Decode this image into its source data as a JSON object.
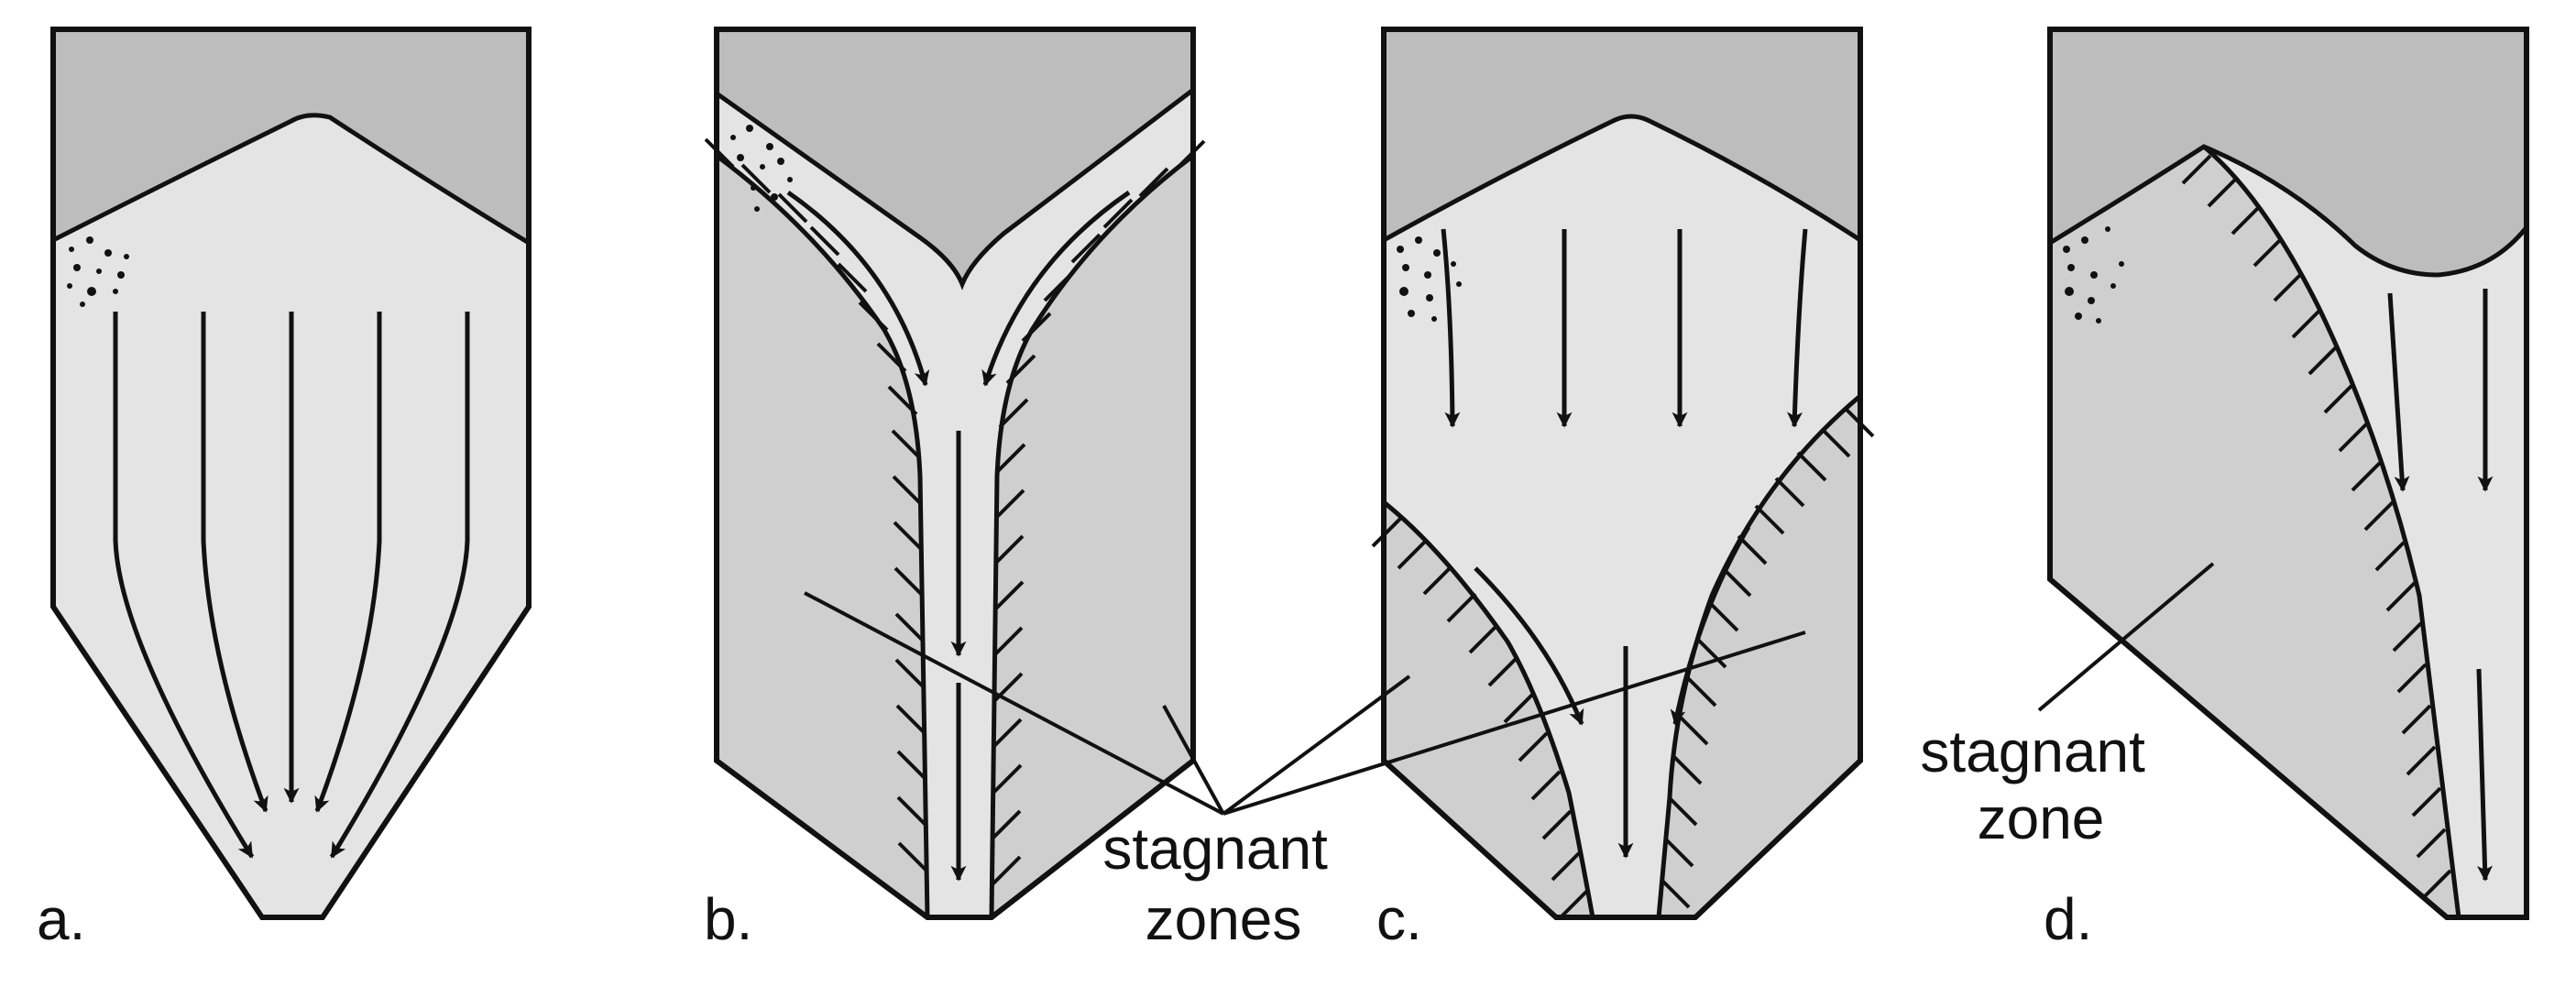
{
  "panels": {
    "a": {
      "label": "a."
    },
    "b": {
      "label": "b."
    },
    "c": {
      "label": "c."
    },
    "d": {
      "label": "d."
    }
  },
  "annotations": {
    "stagnant_zones": [
      "stagnant",
      "zones"
    ],
    "stagnant_zone": [
      "stagnant",
      "zone"
    ]
  },
  "colors": {
    "headspace": "#bdbdbd",
    "flowing_material": "#e4e4e4",
    "stagnant_material": "#cfcfcf",
    "outline": "#111111"
  }
}
